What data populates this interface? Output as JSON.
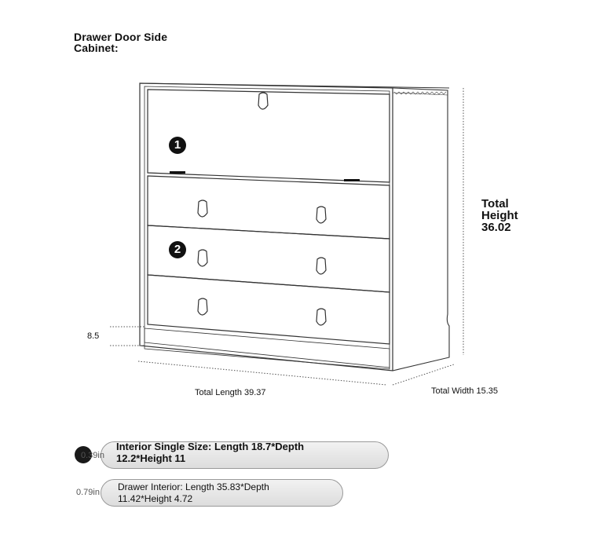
{
  "title": {
    "line1": "Drawer Door Side",
    "line2": "Cabinet:"
  },
  "dimensions": {
    "total_height_label_1": "Total",
    "total_height_label_2": "Height",
    "total_height_value": "36.02",
    "leg_height": "8.5",
    "total_length": "Total Length 39.37",
    "total_width": "Total Width 15.35"
  },
  "callouts": {
    "marker_1": "1",
    "marker_2": "2"
  },
  "specs": [
    {
      "thickness": "0.39in",
      "line1": "Interior Single Size: Length 18.7*Depth",
      "line2": "12.2*Height 11"
    },
    {
      "thickness": "0.79in",
      "line1": "Drawer Interior: Length 35.83*Depth",
      "line2": "11.42*Height 4.72"
    }
  ]
}
